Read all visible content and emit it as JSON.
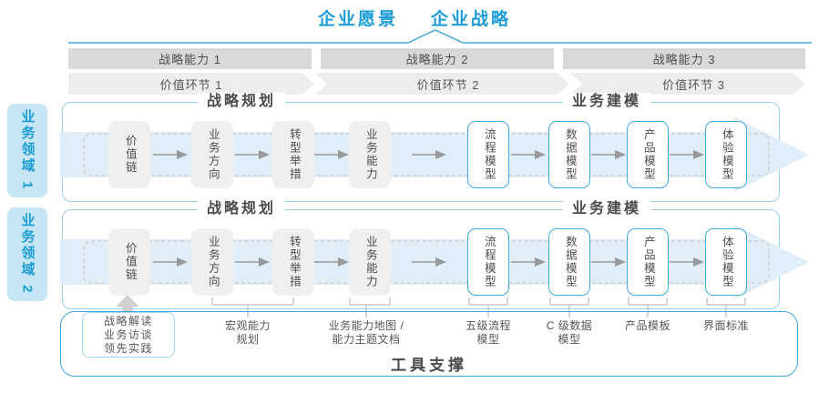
{
  "header": {
    "vision": "企业愿景",
    "strategy": "企业战略"
  },
  "strategy_capabilities": [
    {
      "label": "战略能力 1"
    },
    {
      "label": "战略能力 2"
    },
    {
      "label": "战略能力 3"
    }
  ],
  "value_chain_links": [
    {
      "label": "价值环节 1"
    },
    {
      "label": "价值环节 2"
    },
    {
      "label": "价值环节 3"
    }
  ],
  "business_domains": [
    {
      "label": "业务领域 1"
    },
    {
      "label": "业务领域 2"
    }
  ],
  "section_headers": {
    "strategy_planning": "战略规划",
    "business_modeling": "业务建模"
  },
  "process_boxes": {
    "strategy": [
      {
        "label": "价值链"
      },
      {
        "label": "业务方向"
      },
      {
        "label": "转型举措"
      },
      {
        "label": "业务能力"
      }
    ],
    "modeling": [
      {
        "label": "流程模型"
      },
      {
        "label": "数据模型"
      },
      {
        "label": "产品模型"
      },
      {
        "label": "体验模型"
      }
    ]
  },
  "annotations": {
    "input_box_lines": [
      "战略解读",
      "业务访谈",
      "领先实践"
    ],
    "deliverables": [
      {
        "lines": [
          "宏观能力",
          "规划"
        ]
      },
      {
        "lines": [
          "业务能力地图 /",
          "能力主题文档"
        ]
      },
      {
        "lines": [
          "五级流程",
          "模型"
        ]
      },
      {
        "lines": [
          "C 级数据",
          "模型"
        ]
      },
      {
        "lines": [
          "产品模板"
        ]
      },
      {
        "lines": [
          "界面标准"
        ]
      }
    ]
  },
  "footer": {
    "tools_label": "工具支撑"
  },
  "colors": {
    "accent": "#1C9CD7",
    "line_blue": "#41A8DB",
    "panel_border": "#9ACFE9",
    "arrow_fill": "#DFEEF8",
    "bar_fill": "#D9D9D9",
    "chevron_fill": "#EDEDED",
    "domain_fill": "#C6E6F5",
    "box_gray": "#EFEFEF",
    "dark_text": "#4A4A4A"
  }
}
